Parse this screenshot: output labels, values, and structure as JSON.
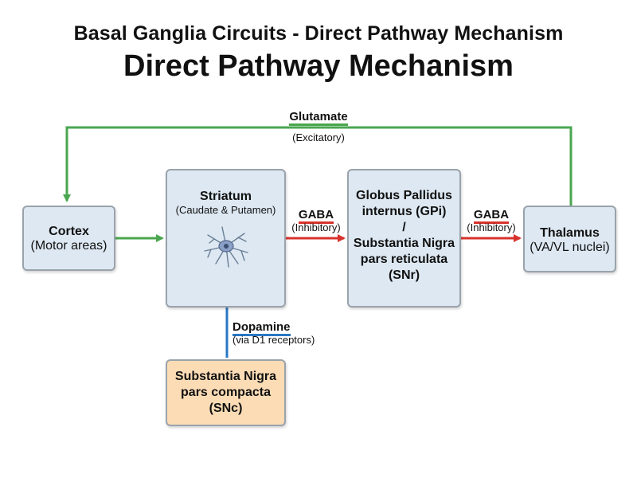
{
  "titles": {
    "main": "Basal Ganglia Circuits - Direct Pathway Mechanism",
    "sub": "Direct Pathway Mechanism"
  },
  "nodes": {
    "cortex": {
      "name": "Cortex",
      "detail": "(Motor areas)"
    },
    "striatum": {
      "name": "Striatum",
      "detail": "(Caudate & Putamen)"
    },
    "gpi_snr": {
      "line1": "Globus Pallidus",
      "line2": "internus (GPi)",
      "separator": "/",
      "line3": "Substantia Nigra",
      "line4": "pars reticulata",
      "line5": "(SNr)"
    },
    "thalamus": {
      "name": "Thalamus",
      "detail": "(VA/VL nuclei)"
    },
    "snc": {
      "line1": "Substantia Nigra",
      "line2": "pars compacta",
      "line3": "(SNc)"
    }
  },
  "connections": {
    "glutamate": {
      "name": "Glutamate",
      "desc": "(Excitatory)",
      "color": "#4aa64f"
    },
    "gaba_striatum_gpi": {
      "name": "GABA",
      "desc": "(Inhibitory)",
      "color": "#d8322c"
    },
    "gaba_gpi_thalamus": {
      "name": "GABA",
      "desc": "(Inhibitory)",
      "color": "#d8322c"
    },
    "dopamine": {
      "name": "Dopamine",
      "desc": "(via D1 receptors)",
      "color": "#2a78c4"
    }
  },
  "icons": {
    "neuron": "neuron-icon"
  }
}
